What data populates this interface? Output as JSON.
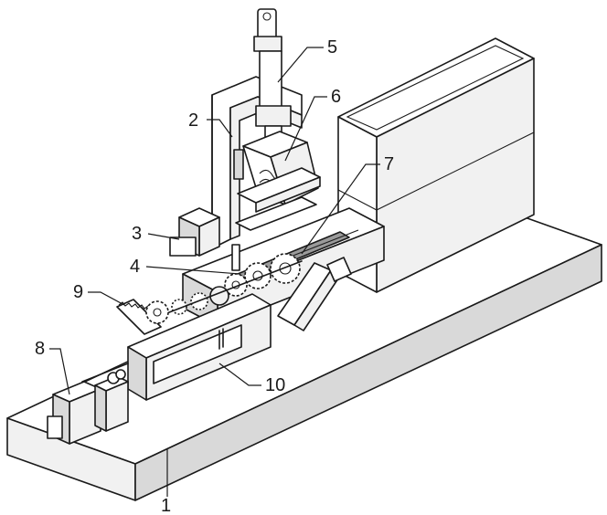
{
  "callouts": [
    {
      "id": "1",
      "text": "1"
    },
    {
      "id": "2",
      "text": "2"
    },
    {
      "id": "3",
      "text": "3"
    },
    {
      "id": "4",
      "text": "4"
    },
    {
      "id": "5",
      "text": "5"
    },
    {
      "id": "6",
      "text": "6"
    },
    {
      "id": "7",
      "text": "7"
    },
    {
      "id": "8",
      "text": "8"
    },
    {
      "id": "9",
      "text": "9"
    },
    {
      "id": "10",
      "text": "10"
    }
  ],
  "colors": {
    "line": "#1a1a1a",
    "background": "#ffffff",
    "shade_light": "#f1f1f1",
    "shade_mid": "#d9d9d9",
    "shade_dark": "#9a9a9a"
  }
}
